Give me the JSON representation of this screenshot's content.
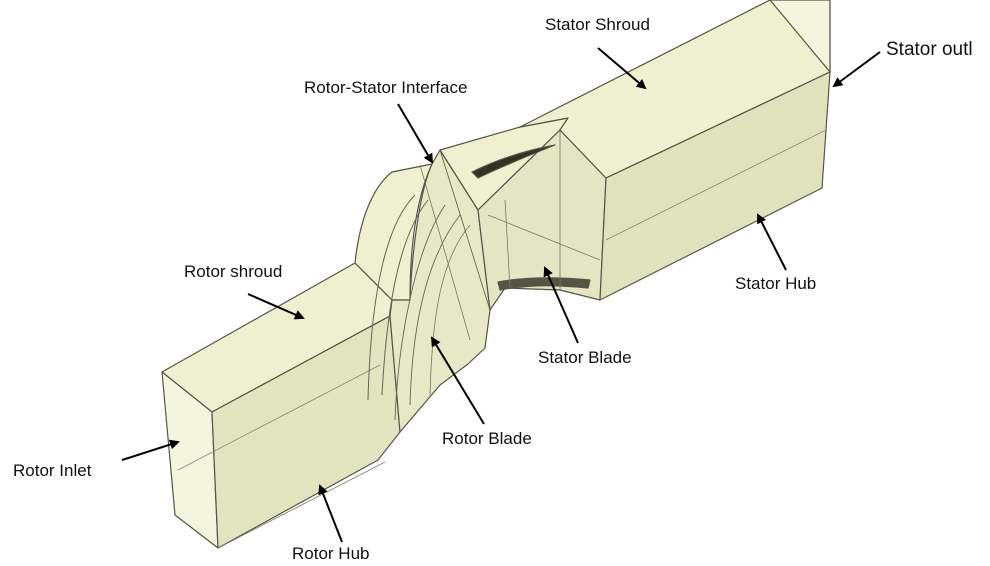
{
  "diagram": {
    "labels": {
      "stator_shroud": "Stator Shroud",
      "stator_outlet": "Stator outl",
      "rotor_stator_interface": "Rotor-Stator Interface",
      "rotor_shroud": "Rotor shroud",
      "stator_hub": "Stator Hub",
      "stator_blade": "Stator Blade",
      "rotor_blade": "Rotor Blade",
      "rotor_inlet": "Rotor Inlet",
      "rotor_hub": "Rotor Hub"
    },
    "colors": {
      "solid_fill": "#f2f3d8",
      "solid_fill_dark": "#d7d9b7",
      "edge": "#555548",
      "arrow": "#000000",
      "text": "#111111",
      "background": "#ffffff"
    }
  }
}
